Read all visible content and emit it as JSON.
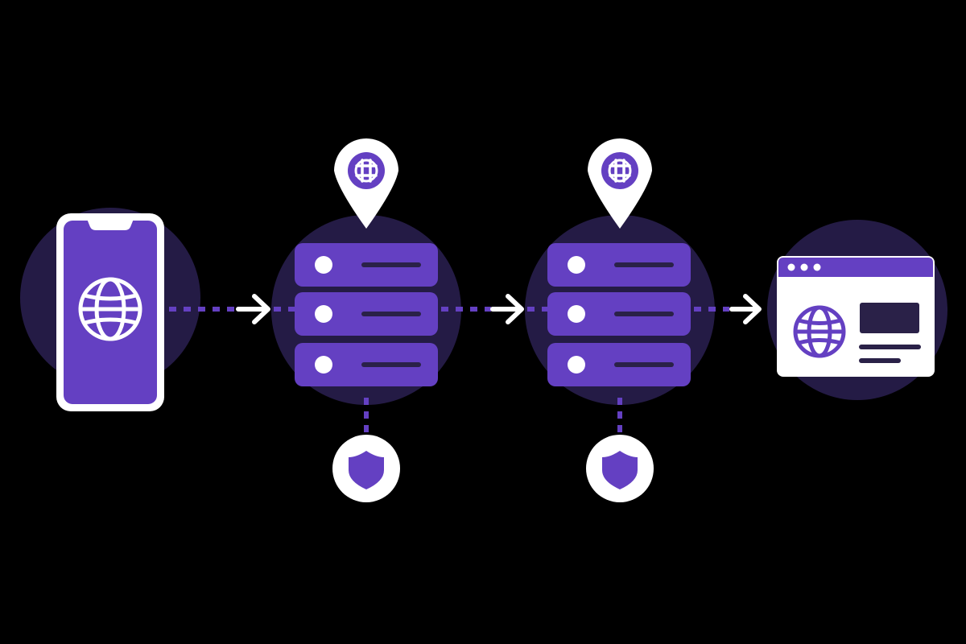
{
  "colors": {
    "background": "#000000",
    "halo": "#241b45",
    "accent": "#6440c2",
    "accent_dark": "#2a2148",
    "light": "#ffffff"
  },
  "nodes": [
    {
      "kind": "device",
      "icon": "globe-icon"
    },
    {
      "kind": "proxy-server",
      "rows": 3,
      "pin_icon": "globe-grid-icon",
      "badge_icon": "shield-icon"
    },
    {
      "kind": "proxy-server",
      "rows": 3,
      "pin_icon": "globe-grid-icon",
      "badge_icon": "shield-icon"
    },
    {
      "kind": "browser-window",
      "icon": "globe-icon",
      "window_dots": 3
    }
  ],
  "connectors": [
    {
      "from": 0,
      "to": 1,
      "style": "dotted",
      "arrow": "arrow-right-icon"
    },
    {
      "from": 1,
      "to": 2,
      "style": "dotted",
      "arrow": "arrow-right-icon"
    },
    {
      "from": 2,
      "to": 3,
      "style": "dotted",
      "arrow": "arrow-right-icon"
    }
  ]
}
